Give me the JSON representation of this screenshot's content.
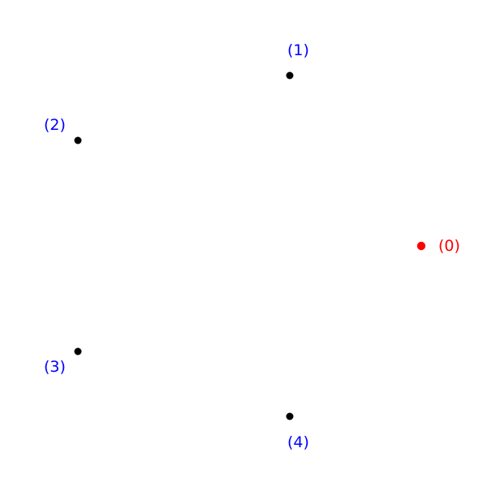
{
  "colors": {
    "background": "#ffffff",
    "center_point": "#ff0000",
    "center_label": "#ff0000",
    "ring_point": "#000000",
    "ring_label": "#0000ff"
  },
  "points": [
    {
      "label": "(0)",
      "role": "center"
    },
    {
      "label": "(1)",
      "role": "ring"
    },
    {
      "label": "(2)",
      "role": "ring"
    },
    {
      "label": "(3)",
      "role": "ring"
    },
    {
      "label": "(4)",
      "role": "ring"
    }
  ]
}
